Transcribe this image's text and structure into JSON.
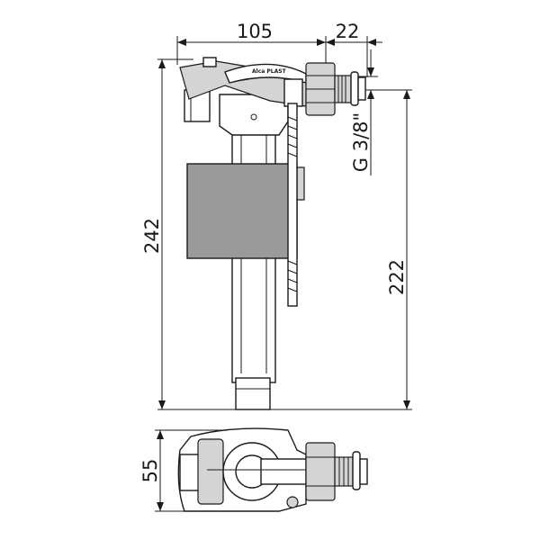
{
  "title": "Side inlet fill valve dimension drawing",
  "dimensions": {
    "width_body": "105",
    "width_inlet": "22",
    "height_total": "242",
    "height_inlet": "222",
    "thread": "G 3/8\"",
    "depth": "55"
  },
  "logo_text": "Alca PLAST",
  "colors": {
    "line": "#1a1a1a",
    "float": "#9a9a9a",
    "background": "#ffffff"
  }
}
